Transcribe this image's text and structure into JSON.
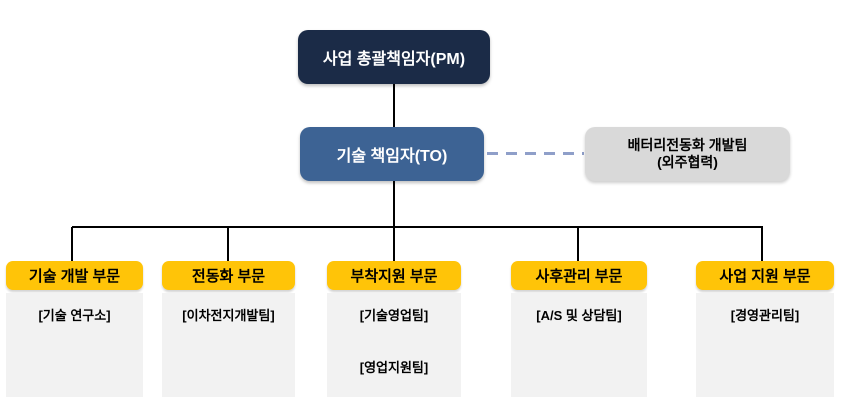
{
  "org": {
    "pm": {
      "label": "사업 총괄책임자(PM)"
    },
    "to": {
      "label": "기술 책임자(TO)"
    },
    "external": {
      "line1": "배터리전동화 개발팀",
      "line2": "(외주협력)"
    },
    "divisions": [
      {
        "header": "기술 개발 부문",
        "teams": [
          "[기술 연구소]"
        ]
      },
      {
        "header": "전동화 부문",
        "teams": [
          "[이차전지개발팀]"
        ]
      },
      {
        "header": "부착지원 부문",
        "teams": [
          "[기술영업팀]",
          "[영업지원팀]"
        ]
      },
      {
        "header": "사후관리 부문",
        "teams": [
          "[A/S 및 상담팀]"
        ]
      },
      {
        "header": "사업 지원 부문",
        "teams": [
          "[경영관리팀]"
        ]
      }
    ]
  },
  "colors": {
    "pm_box": "#1b2b47",
    "to_box": "#3d6394",
    "external_box": "#d9d9d9",
    "division_header": "#ffc408",
    "team_panel": "#f2f2f2",
    "connector": "#000000",
    "dashed_connector": "#8f9fc9"
  }
}
